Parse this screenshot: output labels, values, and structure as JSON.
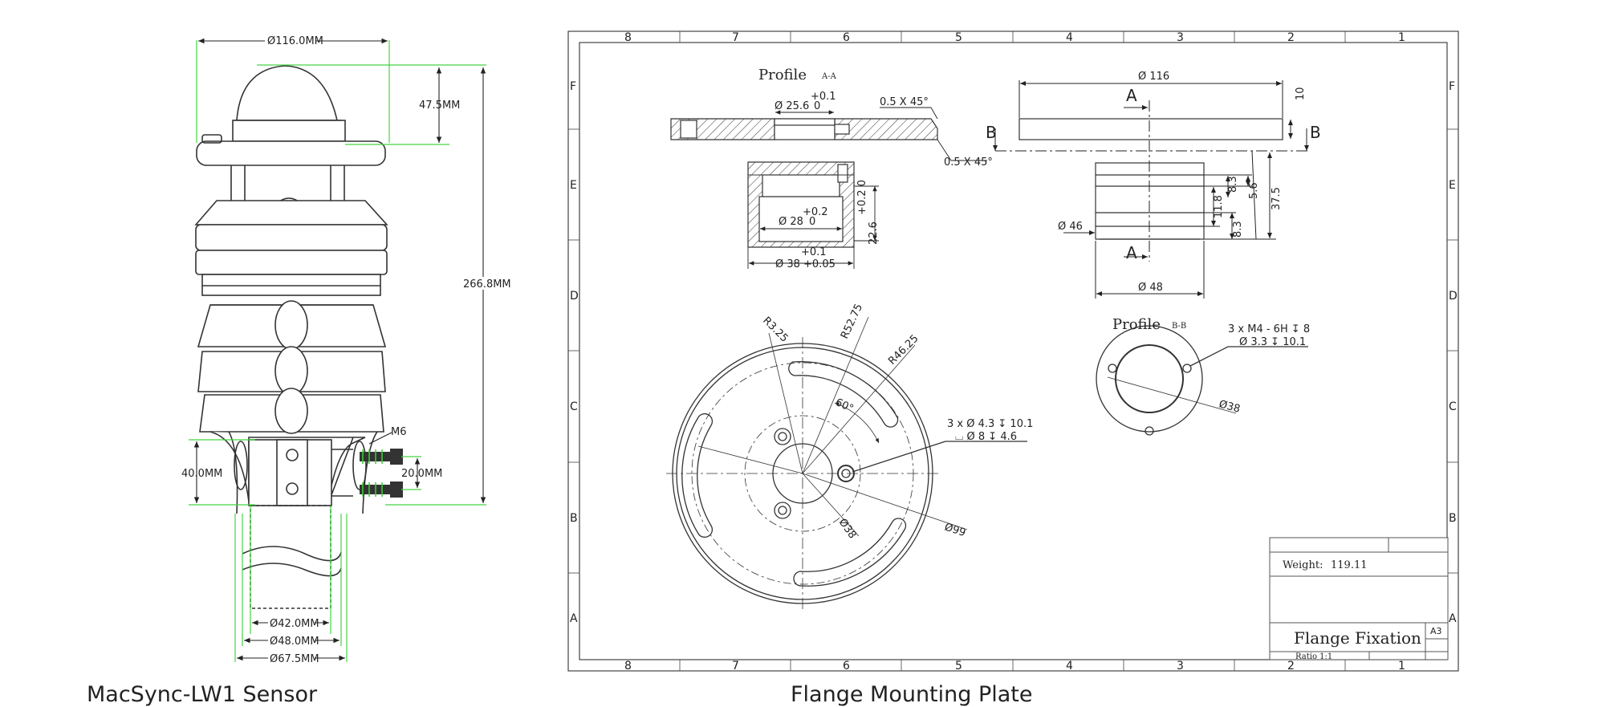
{
  "sensor": {
    "caption": "MacSync-LW1 Sensor",
    "dims": {
      "top_dia": "Ø116.0MM",
      "cap_height": "47.5MM",
      "total_height": "266.8MM",
      "mount_height": "40.0MM",
      "bolt_spacing": "20.0MM",
      "screw": "M6",
      "pipe_dia_1": "Ø42.0MM",
      "pipe_dia_2": "Ø48.0MM",
      "pipe_dia_3": "Ø67.5MM"
    }
  },
  "drawing": {
    "caption": "Flange Mounting Plate",
    "columns": [
      "8",
      "7",
      "6",
      "5",
      "4",
      "3",
      "2",
      "1"
    ],
    "rows": [
      "F",
      "E",
      "D",
      "C",
      "B",
      "A"
    ],
    "profile_aa": "Profile",
    "profile_aa_tag": "A-A",
    "profile_bb": "Profile",
    "profile_bb_tag": "B-B",
    "dims": {
      "d256": "Ø 25.6",
      "d256_tol_top": "+0.1",
      "d256_tol_bot": "0",
      "chamfer": "0.5 X 45°",
      "d28": "Ø 28",
      "d28_tol_top": "+0.2",
      "d28_tol_bot": "0",
      "h226": "22.6",
      "h226_tol": "+0.2 0",
      "d38": "Ø 38 +0.05",
      "d38_tol_top": "+0.1",
      "d116": "Ø 116",
      "t10": "10",
      "h83a": "8.3",
      "h56": "5.6",
      "h375": "37.5",
      "h118": "11.8",
      "h83b": "8.3",
      "d46": "Ø 46",
      "d48": "Ø 48",
      "sec_a": "A",
      "sec_b": "B",
      "r325": "R3.25",
      "r5275": "R52.75",
      "r4625": "R46.25",
      "ang60": "60°",
      "hole_note_1": "3 x  Ø  4.3  ↧  10.1",
      "hole_note_2": "⌴  Ø  8  ↧  4.6",
      "d38b": "Ø38",
      "d99": "Ø99",
      "thread_note_1": "3 x  M4 - 6H  ↧  8",
      "thread_note_2": "Ø  3.3  ↧  10.1",
      "d38c": "Ø38"
    },
    "title_block": {
      "weight_label": "Weight:",
      "weight_value": "119.11",
      "title": "Flange Fixation",
      "size": "A3",
      "ratio": "Ratio 1:1"
    }
  }
}
